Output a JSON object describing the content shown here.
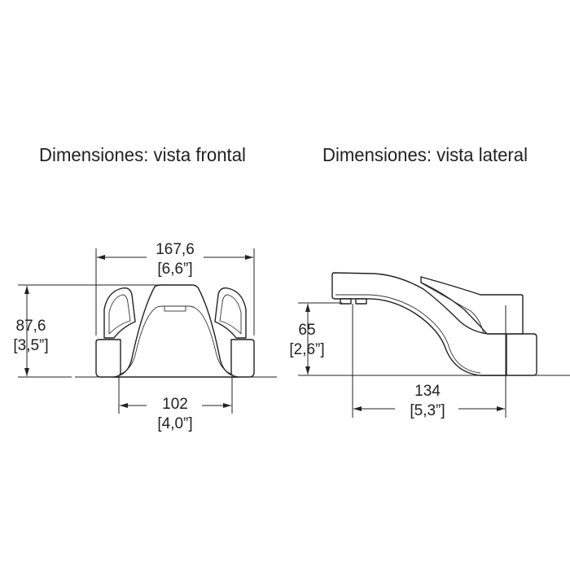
{
  "front_view": {
    "title": "Dimensiones: vista frontal",
    "width_mm": "167,6",
    "width_in": "[6,6”]",
    "height_mm": "87,6",
    "height_in": "[3,5”]",
    "base_mm": "102",
    "base_in": "[4,0”]"
  },
  "side_view": {
    "title": "Dimensiones: vista lateral",
    "height_mm": "65",
    "height_in": "[2,6”]",
    "length_mm": "134",
    "length_in": "[5,3”]"
  }
}
